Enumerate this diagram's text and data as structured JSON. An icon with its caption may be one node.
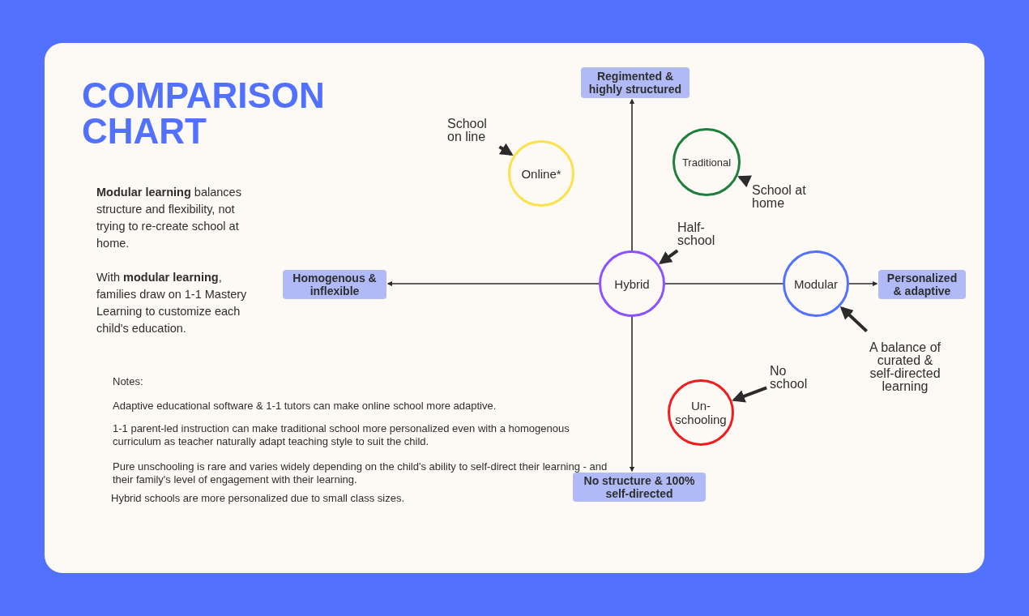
{
  "diagram": {
    "title": "COMPARISON CHART",
    "nodes": [
      {
        "text": [
          "Regimented & highly structured"
        ]
      },
      {
        "text": [
          "School on line"
        ]
      },
      {
        "text": [
          "Online*"
        ]
      },
      {
        "text": [
          "Traditional"
        ]
      },
      {
        "text": [
          "School at home"
        ]
      },
      {
        "text": [
          "Half-school"
        ]
      },
      {
        "text": [
          "Homogenous & inflexible"
        ]
      },
      {
        "text": [
          "Hybrid"
        ]
      },
      {
        "text": [
          "Modular"
        ]
      },
      {
        "text": [
          "Personalized & adaptive"
        ]
      },
      {
        "text": [
          "A balance of curated & self-directed learning"
        ]
      },
      {
        "text": [
          "No school"
        ]
      },
      {
        "text": [
          "Un-schooling"
        ]
      },
      {
        "text": [
          "No structure & 100% self-directed"
        ]
      }
    ],
    "edges": [
      {
        "from": 7,
        "to": 0,
        "arrow": "to"
      },
      {
        "from": 7,
        "to": 13,
        "arrow": "to"
      },
      {
        "from": 7,
        "to": 6,
        "arrow": "to"
      },
      {
        "from": 7,
        "to": 8,
        "arrow": "none"
      },
      {
        "from": 8,
        "to": 9,
        "arrow": "to"
      },
      {
        "from": 1,
        "to": 2,
        "arrow": "to",
        "style": "thick"
      },
      {
        "from": 4,
        "to": 3,
        "arrow": "to",
        "style": "thick"
      },
      {
        "from": 5,
        "to": 7,
        "arrow": "to",
        "style": "thick"
      },
      {
        "from": 10,
        "to": 8,
        "arrow": "to",
        "style": "thick"
      },
      {
        "from": 11,
        "to": 12,
        "arrow": "to",
        "style": "thick"
      }
    ],
    "labels": [
      "**Modular learning** balances structure and flexibility, not trying to re-create school at home.",
      "With **modular learning**, families draw on 1-1 Mastery Learning to customize each child's education.",
      "Notes:",
      "Adaptive educational software & 1-1 tutors can make online school more adaptive.",
      "1-1 parent-led instruction can make traditional school more personalized even with a homogenous curriculum as teacher naturally adapt teaching style to suit the child.",
      "Pure unschooling is rare and varies widely depending on the child's ability to self-direct their learning - and their family's level of engagement with their learning.",
      "Hybrid schools are more personalized due to small class sizes."
    ]
  }
}
